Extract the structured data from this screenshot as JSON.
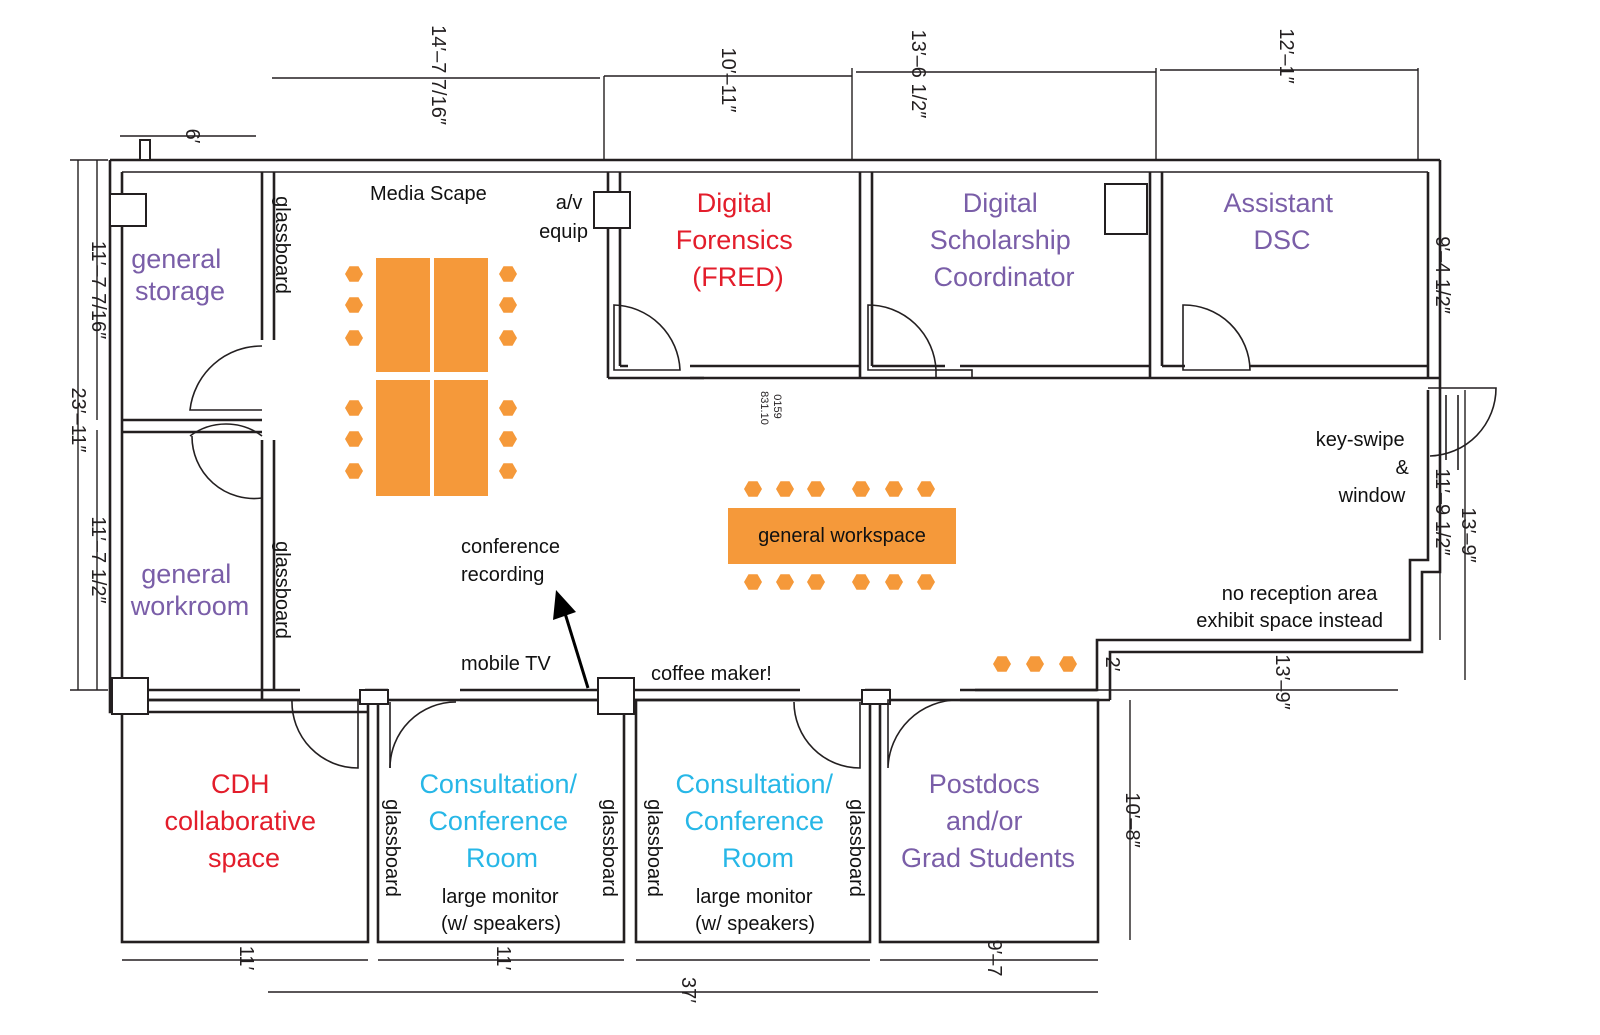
{
  "colors": {
    "red": "#e31d2b",
    "purple": "#7a5ea8",
    "cyan": "#27b7e7",
    "furniture": "#f5993a",
    "line": "#231f20"
  },
  "rooms": {
    "general_storage": [
      "general",
      "storage"
    ],
    "general_workroom": [
      "general",
      "workroom"
    ],
    "digital_forensics": [
      "Digital",
      "Forensics",
      "(FRED)"
    ],
    "digital_scholarship": [
      "Digital",
      "Scholarship",
      "Coordinator"
    ],
    "assistant_dsc": [
      "Assistant",
      "DSC"
    ],
    "cdh": [
      "CDH",
      "collaborative",
      "space"
    ],
    "consult_1": [
      "Consultation/",
      "Conference",
      "Room"
    ],
    "consult_2": [
      "Consultation/",
      "Conference",
      "Room"
    ],
    "postdocs": [
      "Postdocs",
      "and/or",
      "Grad Students"
    ]
  },
  "labels": {
    "media_scape": "Media Scape",
    "av_equip": [
      "a/v",
      "equip"
    ],
    "glassboard": "glassboard",
    "room_number": [
      "0159",
      "831.10"
    ],
    "key_swipe": [
      "key-swipe",
      "&",
      "window"
    ],
    "general_workspace": "general workspace",
    "conference_recording": [
      "conference",
      "recording"
    ],
    "mobile_tv": "mobile TV",
    "coffee_maker": "coffee maker!",
    "reception": [
      "no reception area",
      "exhibit space instead"
    ],
    "large_monitor": [
      "large monitor",
      "(w/ speakers)"
    ]
  },
  "dimensions": {
    "top_media": "14′–7  7/16″",
    "top_forensics": "10′–11″",
    "top_scholarship": "13′–6  1/2″",
    "top_assistant": "12′–1″",
    "top_small": "6′",
    "left_upper": "11′–7  7/16″",
    "left_total": "23′–11″",
    "left_lower": "11′–7  1/2″",
    "right_offices": "9′–4  1/2″",
    "right_mid": "11′–9  1/2″",
    "right_outer": "13′–9″",
    "exhibit_width": "13′–9″",
    "exhibit_depth": "2′",
    "postdocs_depth": "10′–8″",
    "bottom_cdh": "11′",
    "bottom_consult": "11′",
    "bottom_postdocs": "9′–7",
    "bottom_total": "37′"
  }
}
